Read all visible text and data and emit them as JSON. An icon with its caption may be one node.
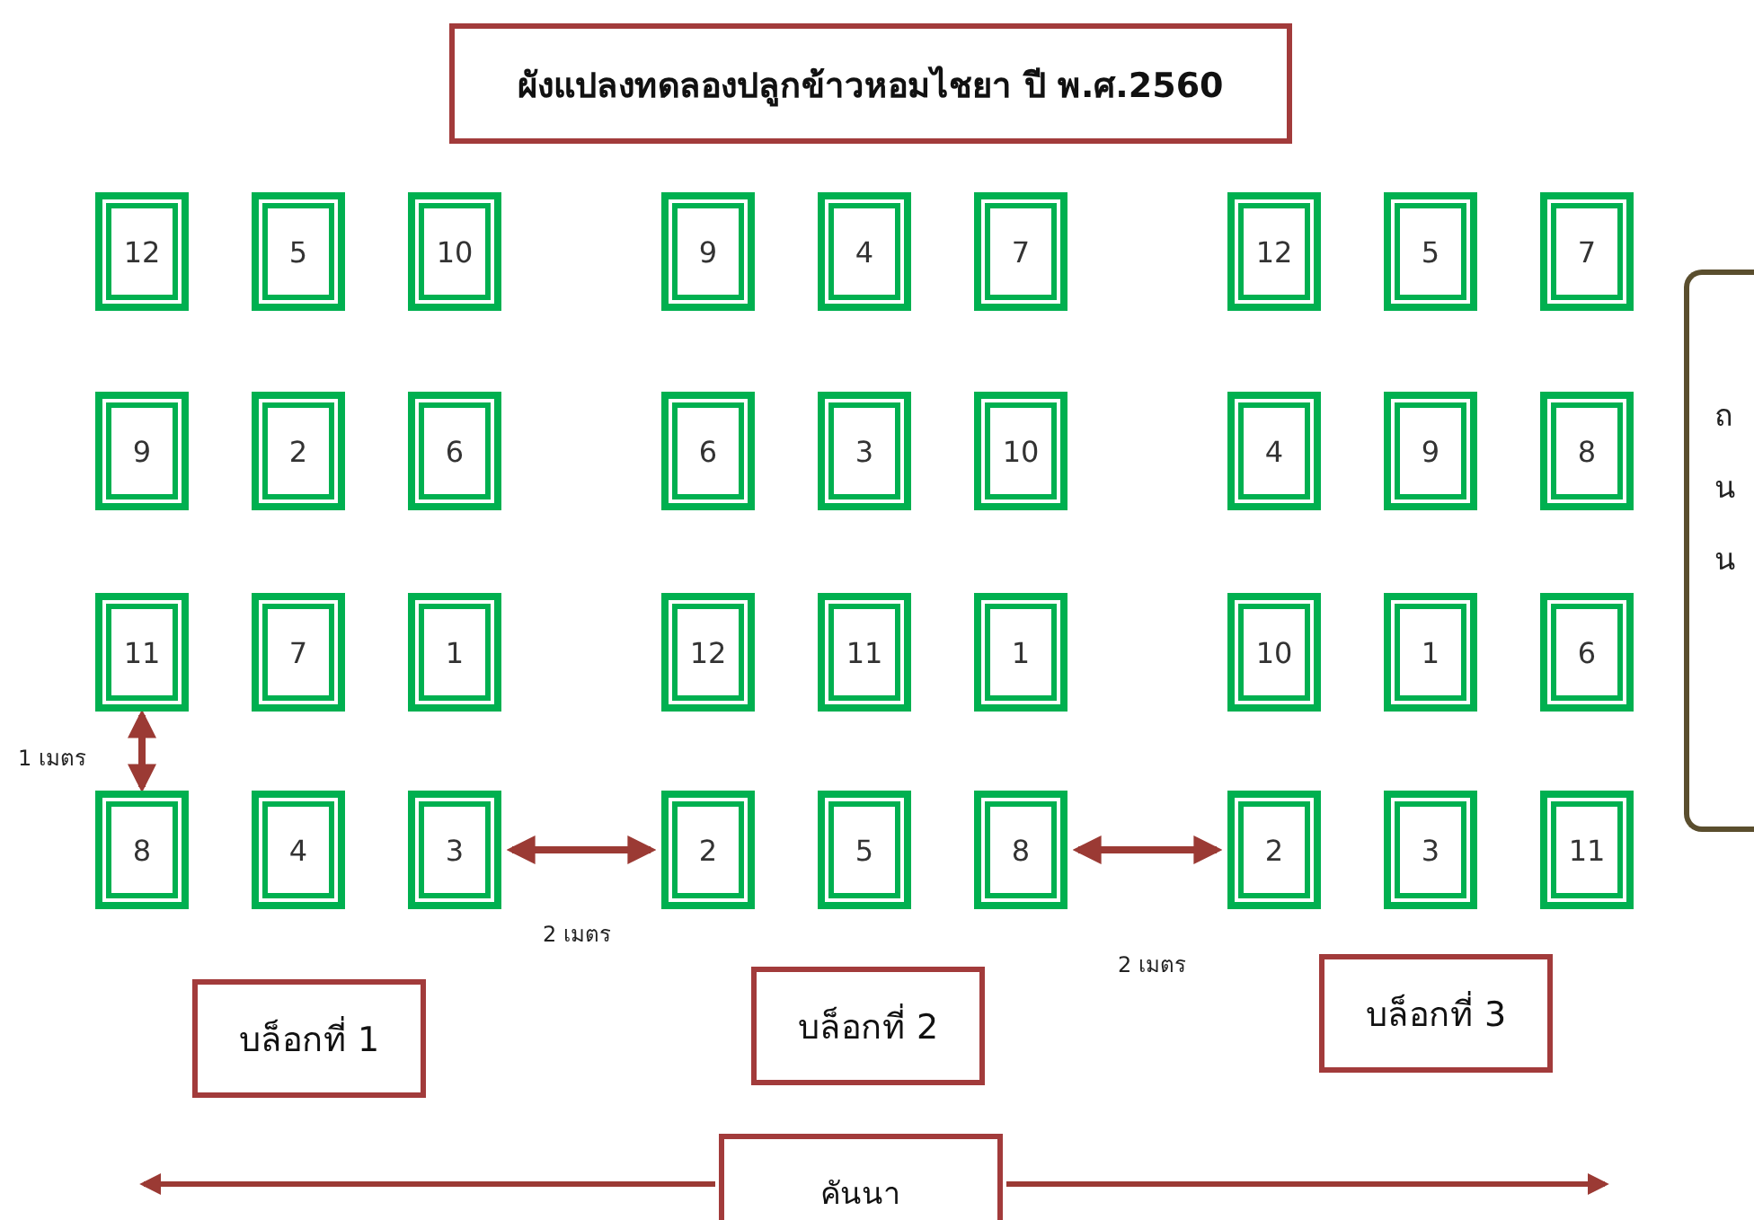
{
  "diagram": {
    "title": "ผังแปลงทดลองปลูกข้าวหอมไชยา ปี พ.ศ.2560",
    "nodes": [
      {
        "text": [
          "12"
        ]
      },
      {
        "text": [
          "5"
        ]
      },
      {
        "text": [
          "10"
        ]
      },
      {
        "text": [
          "9"
        ]
      },
      {
        "text": [
          "4"
        ]
      },
      {
        "text": [
          "7"
        ]
      },
      {
        "text": [
          "12"
        ]
      },
      {
        "text": [
          "5"
        ]
      },
      {
        "text": [
          "7"
        ]
      },
      {
        "text": [
          "9"
        ]
      },
      {
        "text": [
          "2"
        ]
      },
      {
        "text": [
          "6"
        ]
      },
      {
        "text": [
          "6"
        ]
      },
      {
        "text": [
          "3"
        ]
      },
      {
        "text": [
          "10"
        ]
      },
      {
        "text": [
          "4"
        ]
      },
      {
        "text": [
          "9"
        ]
      },
      {
        "text": [
          "8"
        ]
      },
      {
        "text": [
          "11"
        ]
      },
      {
        "text": [
          "7"
        ]
      },
      {
        "text": [
          "1"
        ]
      },
      {
        "text": [
          "12"
        ]
      },
      {
        "text": [
          "11"
        ]
      },
      {
        "text": [
          "1"
        ]
      },
      {
        "text": [
          "10"
        ]
      },
      {
        "text": [
          "1"
        ]
      },
      {
        "text": [
          "6"
        ]
      },
      {
        "text": [
          "8"
        ]
      },
      {
        "text": [
          "4"
        ]
      },
      {
        "text": [
          "3"
        ]
      },
      {
        "text": [
          "2"
        ]
      },
      {
        "text": [
          "5"
        ]
      },
      {
        "text": [
          "8"
        ]
      },
      {
        "text": [
          "2"
        ]
      },
      {
        "text": [
          "3"
        ]
      },
      {
        "text": [
          "11"
        ]
      },
      {
        "text": [
          "บล็อกที่ 1"
        ]
      },
      {
        "text": [
          "บล็อกที่ 2"
        ]
      },
      {
        "text": [
          "บล็อกที่ 3"
        ]
      },
      {
        "text": [
          "ถนน"
        ]
      },
      {
        "text": [
          "คันนา"
        ]
      }
    ],
    "edges": [
      {
        "from": 18,
        "to": 27,
        "arrow": "both",
        "label": "1 เมตร"
      },
      {
        "from": 29,
        "to": 30,
        "arrow": "both",
        "label": "2 เมตร"
      },
      {
        "from": 32,
        "to": 33,
        "arrow": "both",
        "label": "2 เมตร"
      },
      {
        "from": 40,
        "to": null,
        "arrow": "to"
      },
      {
        "from": 40,
        "to": null,
        "arrow": "to"
      }
    ]
  }
}
